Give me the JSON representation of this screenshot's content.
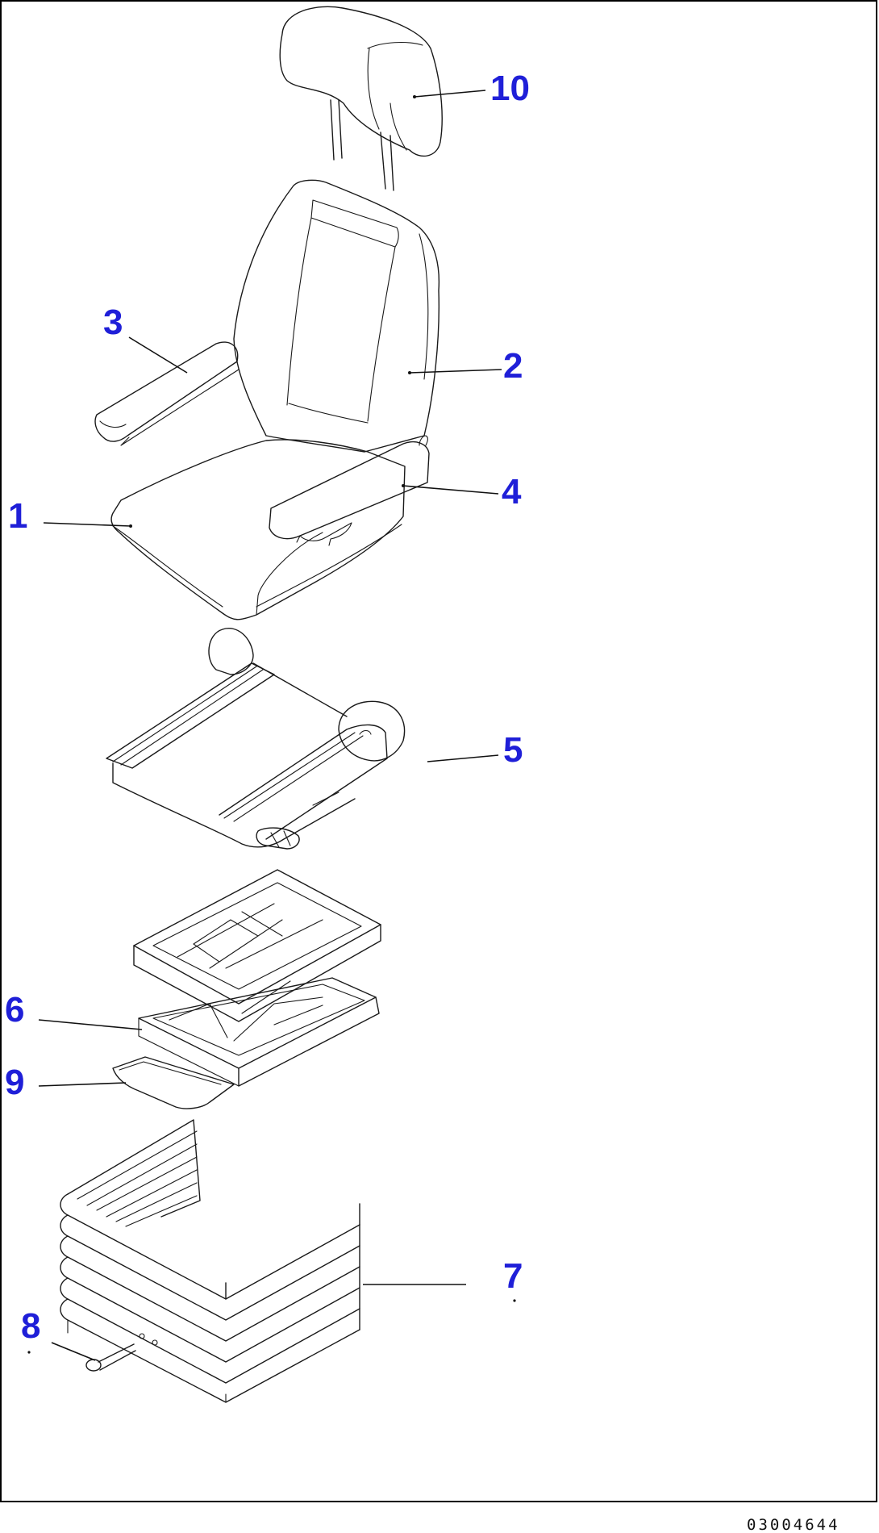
{
  "diagram": {
    "border_color": "#000000",
    "callout_color": "#1f1fd8",
    "parts": [
      {
        "id": "10",
        "label": "10"
      },
      {
        "id": "2",
        "label": "2"
      },
      {
        "id": "3",
        "label": "3"
      },
      {
        "id": "4",
        "label": "4"
      },
      {
        "id": "1",
        "label": "1"
      },
      {
        "id": "5",
        "label": "5"
      },
      {
        "id": "6",
        "label": "6"
      },
      {
        "id": "9",
        "label": "9"
      },
      {
        "id": "7",
        "label": "7"
      },
      {
        "id": "8",
        "label": "8"
      }
    ],
    "drawing_code": "03004644"
  }
}
